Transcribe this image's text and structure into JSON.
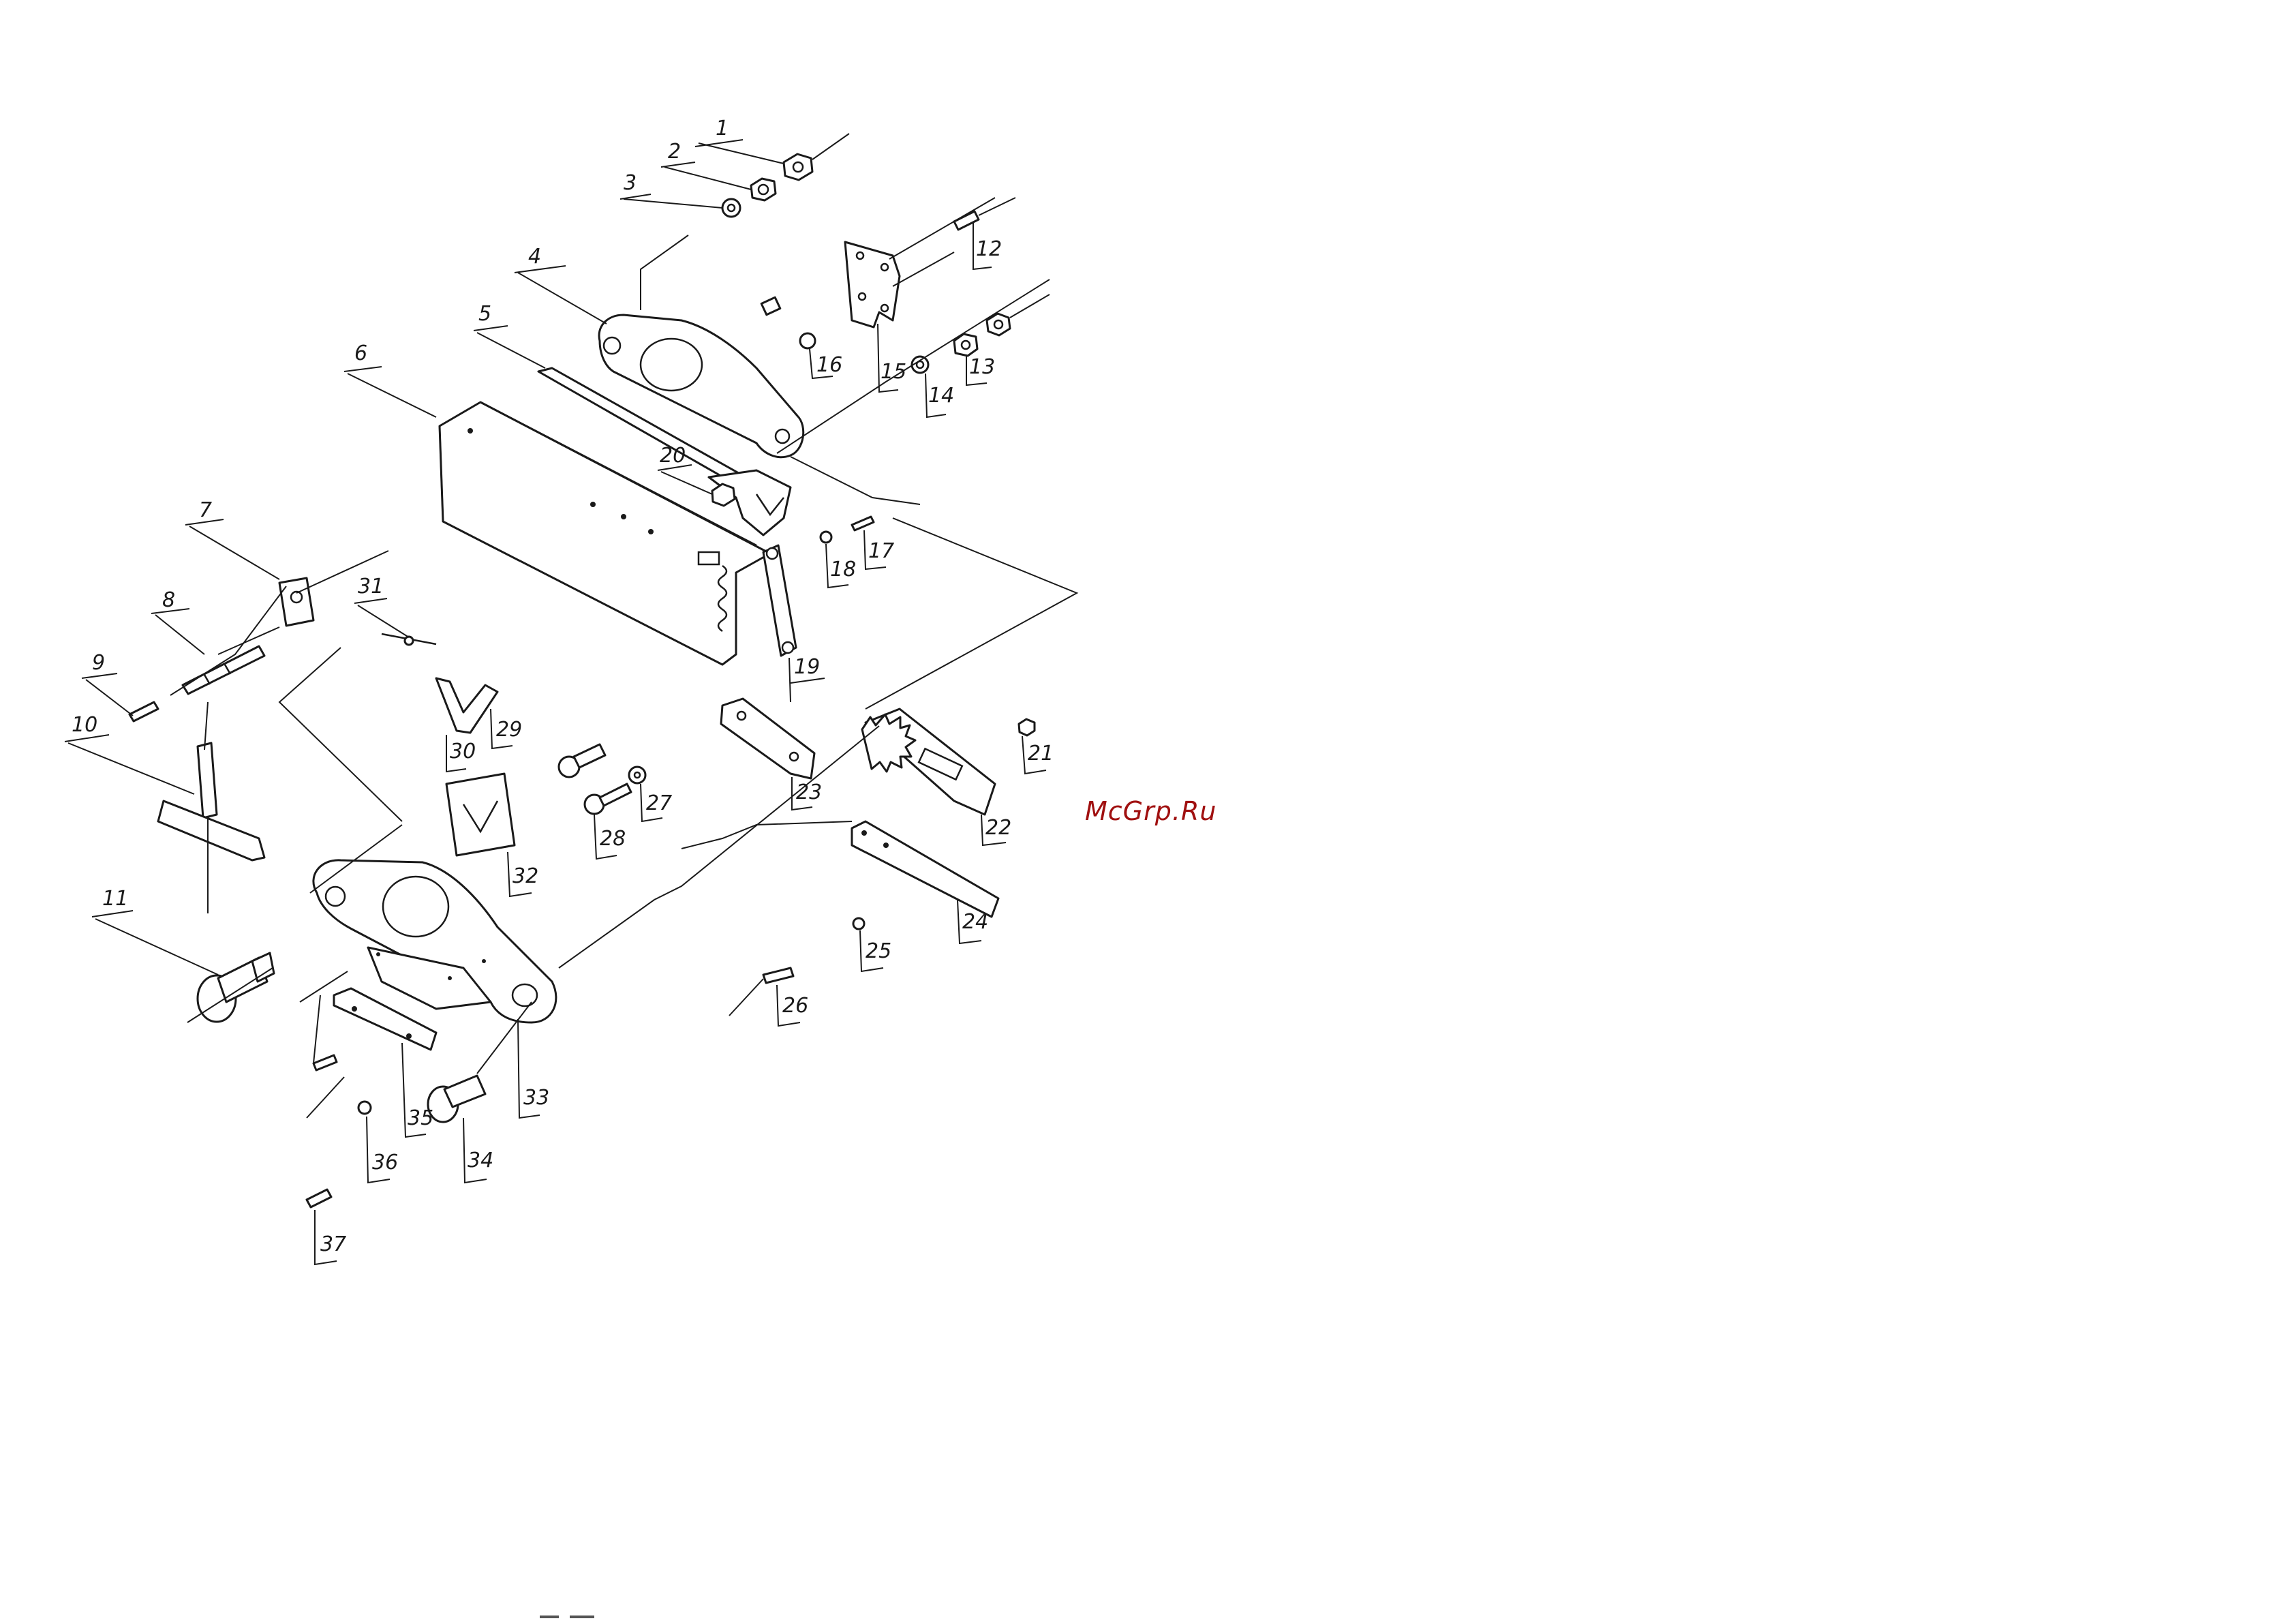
{
  "watermark": {
    "text": "McGrp.Ru",
    "color": "#a01010"
  },
  "callouts": [
    {
      "id": "1",
      "label": "1"
    },
    {
      "id": "2",
      "label": "2"
    },
    {
      "id": "3",
      "label": "3"
    },
    {
      "id": "4",
      "label": "4"
    },
    {
      "id": "5",
      "label": "5"
    },
    {
      "id": "6",
      "label": "6"
    },
    {
      "id": "7",
      "label": "7"
    },
    {
      "id": "8",
      "label": "8"
    },
    {
      "id": "9",
      "label": "9"
    },
    {
      "id": "10",
      "label": "10"
    },
    {
      "id": "11",
      "label": "11"
    },
    {
      "id": "12",
      "label": "12"
    },
    {
      "id": "13",
      "label": "13"
    },
    {
      "id": "14",
      "label": "14"
    },
    {
      "id": "15",
      "label": "15"
    },
    {
      "id": "16",
      "label": "16"
    },
    {
      "id": "17",
      "label": "17"
    },
    {
      "id": "18",
      "label": "18"
    },
    {
      "id": "19",
      "label": "19"
    },
    {
      "id": "20",
      "label": "20"
    },
    {
      "id": "21",
      "label": "21"
    },
    {
      "id": "22",
      "label": "22"
    },
    {
      "id": "23",
      "label": "23"
    },
    {
      "id": "24",
      "label": "24"
    },
    {
      "id": "25",
      "label": "25"
    },
    {
      "id": "26",
      "label": "26"
    },
    {
      "id": "27",
      "label": "27"
    },
    {
      "id": "28",
      "label": "28"
    },
    {
      "id": "29",
      "label": "29"
    },
    {
      "id": "30",
      "label": "30"
    },
    {
      "id": "31",
      "label": "31"
    },
    {
      "id": "32",
      "label": "32"
    },
    {
      "id": "33",
      "label": "33"
    },
    {
      "id": "34",
      "label": "34"
    },
    {
      "id": "35",
      "label": "35"
    },
    {
      "id": "36",
      "label": "36"
    },
    {
      "id": "37",
      "label": "37"
    }
  ],
  "colors": {
    "line": "#1a1a1a",
    "background": "#ffffff"
  }
}
